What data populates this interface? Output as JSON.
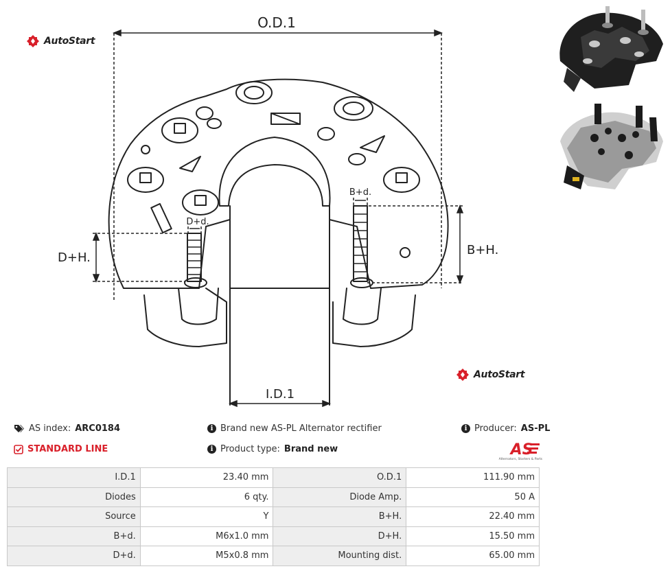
{
  "brand": {
    "name": "AutoStart"
  },
  "dimensions": {
    "od": "O.D.1",
    "id": "I.D.1",
    "bd": "B+d.",
    "dd": "D+d.",
    "bh": "B+H.",
    "dh": "D+H."
  },
  "info": {
    "as_index_label": "AS index:",
    "as_index_value": "ARC0184",
    "standard_line": "STANDARD LINE",
    "description": "Brand new AS-PL Alternator rectifier",
    "product_type_label": "Product type:",
    "product_type_value": "Brand new",
    "producer_label": "Producer:",
    "producer_value": "AS-PL",
    "producer_logo_text": "AS",
    "producer_logo_tagline": "Alternators, Starters & Parts"
  },
  "specs": [
    {
      "k1": "I.D.1",
      "v1": "23.40 mm",
      "k2": "O.D.1",
      "v2": "111.90 mm"
    },
    {
      "k1": "Diodes",
      "v1": "6 qty.",
      "k2": "Diode Amp.",
      "v2": "50 A"
    },
    {
      "k1": "Source",
      "v1": "Y",
      "k2": "B+H.",
      "v2": "22.40 mm"
    },
    {
      "k1": "B+d.",
      "v1": "M6x1.0 mm",
      "k2": "D+H.",
      "v2": "15.50 mm"
    },
    {
      "k1": "D+d.",
      "v1": "M5x0.8 mm",
      "k2": "Mounting dist.",
      "v2": "65.00 mm"
    }
  ],
  "colors": {
    "accent_red": "#d9202a",
    "table_key_bg": "#eeeeee",
    "table_border": "#c8c8c8"
  },
  "icons": {
    "tag": "tags-icon",
    "check": "check-square-icon",
    "info": "info-circle-icon",
    "brand": "autostart-logo-icon"
  }
}
